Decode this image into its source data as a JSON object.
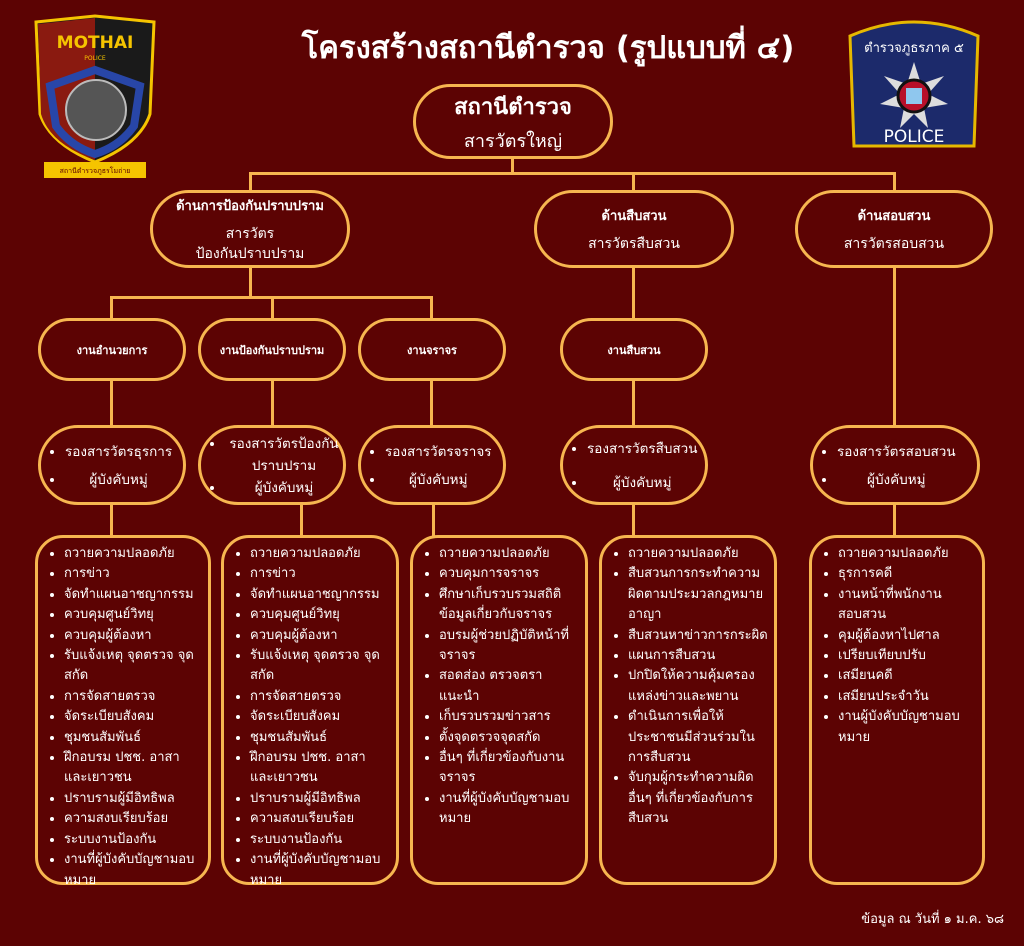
{
  "title": "โครงสร้างสถานีตำรวจ (รูปแบบที่ ๔)",
  "logos": {
    "left": {
      "text": "MOTHAI",
      "sub": "POLICE",
      "ribbon": "สถานีตำรวจภูธรโมถ่าย"
    },
    "right": {
      "arc": "ตำรวจภูธรภาค ๕",
      "text": "POLICE"
    }
  },
  "root": {
    "heading": "สถานีตำรวจ",
    "sub": "สารวัตรใหญ่"
  },
  "divisions": [
    {
      "heading": "ด้านการป้องกันปราบปราม",
      "sub": [
        "สารวัตร",
        "ป้องกันปราบปราม"
      ]
    },
    {
      "heading": "ด้านสืบสวน",
      "sub": [
        "สารวัตรสืบสวน"
      ]
    },
    {
      "heading": "ด้านสอบสวน",
      "sub": [
        "สารวัตรสอบสวน"
      ]
    }
  ],
  "units": [
    "งานอำนวยการ",
    "งานป้องกันปราบปราม",
    "งานจราจร",
    "งานสืบสวน"
  ],
  "officers": [
    [
      "รองสารวัตรธุรการ",
      "ผู้บังคับหมู่"
    ],
    [
      "รองสารวัตรป้องกันปราบปราม",
      "ผู้บังคับหมู่"
    ],
    [
      "รองสารวัตรจราจร",
      "ผู้บังคับหมู่"
    ],
    [
      "รองสารวัตรสืบสวน",
      "ผู้บังคับหมู่"
    ],
    [
      "รองสารวัตรสอบสวน",
      "ผู้บังคับหมู่"
    ]
  ],
  "duties": [
    [
      "ถวายความปลอดภัย",
      "การข่าว",
      "จัดทำแผนอาชญากรรม",
      "ควบคุมศูนย์วิทยุ",
      "ควบคุมผู้ต้องหา",
      "รับแจ้งเหตุ จุดตรวจ จุดสกัด",
      "การจัดสายตรวจ",
      "จัดระเบียบสังคม",
      "ชุมชนสัมพันธ์",
      "ฝึกอบรม ปชช. อาสา และเยาวชน",
      "ปราบรามผู้มีอิทธิพล",
      "ความสงบเรียบร้อย",
      "ระบบงานป้องกัน",
      "งานที่ผู้บังคับบัญชามอบหมาย"
    ],
    [
      "ถวายความปลอดภัย",
      "การข่าว",
      "จัดทำแผนอาชญากรรม",
      "ควบคุมศูนย์วิทยุ",
      "ควบคุมผู้ต้องหา",
      "รับแจ้งเหตุ จุดตรวจ จุดสกัด",
      "การจัดสายตรวจ",
      "จัดระเบียบสังคม",
      "ชุมชนสัมพันธ์",
      "ฝึกอบรม ปชช. อาสา และเยาวชน",
      "ปราบรามผู้มีอิทธิพล",
      "ความสงบเรียบร้อย",
      "ระบบงานป้องกัน",
      "งานที่ผู้บังคับบัญชามอบหมาย"
    ],
    [
      "ถวายความปลอดภัย",
      "ควบคุมการจราจร",
      "ศึกษาเก็บรวบรวมสถิติข้อมูลเกี่ยวกับจราจร",
      "อบรมผู้ช่วยปฏิบัติหน้าที่จราจร",
      "สอดส่อง ตรวจตรา แนะนำ",
      "เก็บรวบรวมข่าวสาร",
      "ตั้งจุดตรวจจุดสกัด",
      "อื่นๆ ที่เกี่ยวข้องกับงานจราจร",
      "งานที่ผู้บังคับบัญชามอบหมาย"
    ],
    [
      "ถวายความปลอดภัย",
      "สืบสวนการกระทำความผิดตามประมวลกฎหมายอาญา",
      "สืบสวนหาข่าวการกระผิด",
      "แผนการสืบสวน",
      "ปกปิดให้ความคุ้มครองแหล่งข่าวและพยาน",
      "ดำเนินการเพื่อให้ประชาชนมีส่วนร่วมในการสืบสวน",
      "จับกุมผู้กระทำความผิดอื่นๆ ที่เกี่ยวข้องกับการสืบสวน"
    ],
    [
      "ถวายความปลอดภัย",
      "ธุรการคดี",
      "งานหน้าที่พนักงานสอบสวน",
      "คุมผู้ต้องหาไปศาล",
      "เปรียบเทียบปรับ",
      "เสมียนคดี",
      "เสมียนประจำวัน",
      "งานผู้บังคับบัญชามอบหมาย"
    ]
  ],
  "footer": "ข้อมูล ณ วันที่ ๑ ม.ค. ๖๘",
  "colors": {
    "background": "#5c0303",
    "accent": "#f7b650"
  }
}
